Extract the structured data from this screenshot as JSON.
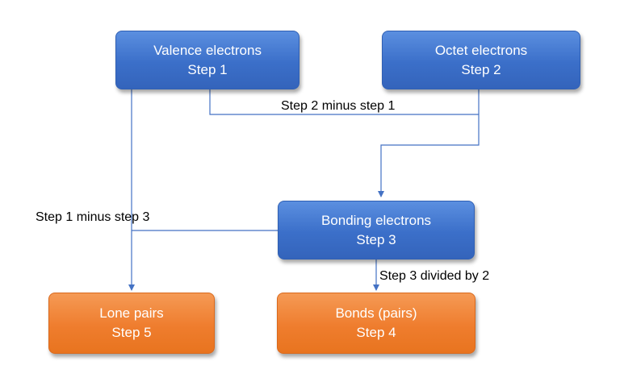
{
  "nodes": {
    "valence": {
      "title": "Valence electrons",
      "step": "Step 1"
    },
    "octet": {
      "title": "Octet electrons",
      "step": "Step 2"
    },
    "bonding": {
      "title": "Bonding electrons",
      "step": "Step 3"
    },
    "bonds": {
      "title": "Bonds (pairs)",
      "step": "Step 4"
    },
    "lone": {
      "title": "Lone pairs",
      "step": "Step 5"
    }
  },
  "edges": {
    "step2_minus_step1": "Step 2 minus step 1",
    "step1_minus_step3": "Step 1 minus step 3",
    "step3_divided_by_2": "Step 3 divided by 2"
  },
  "colors": {
    "process_box": "#4472c4",
    "result_box": "#ed7d31",
    "connector": "#4472c4"
  }
}
